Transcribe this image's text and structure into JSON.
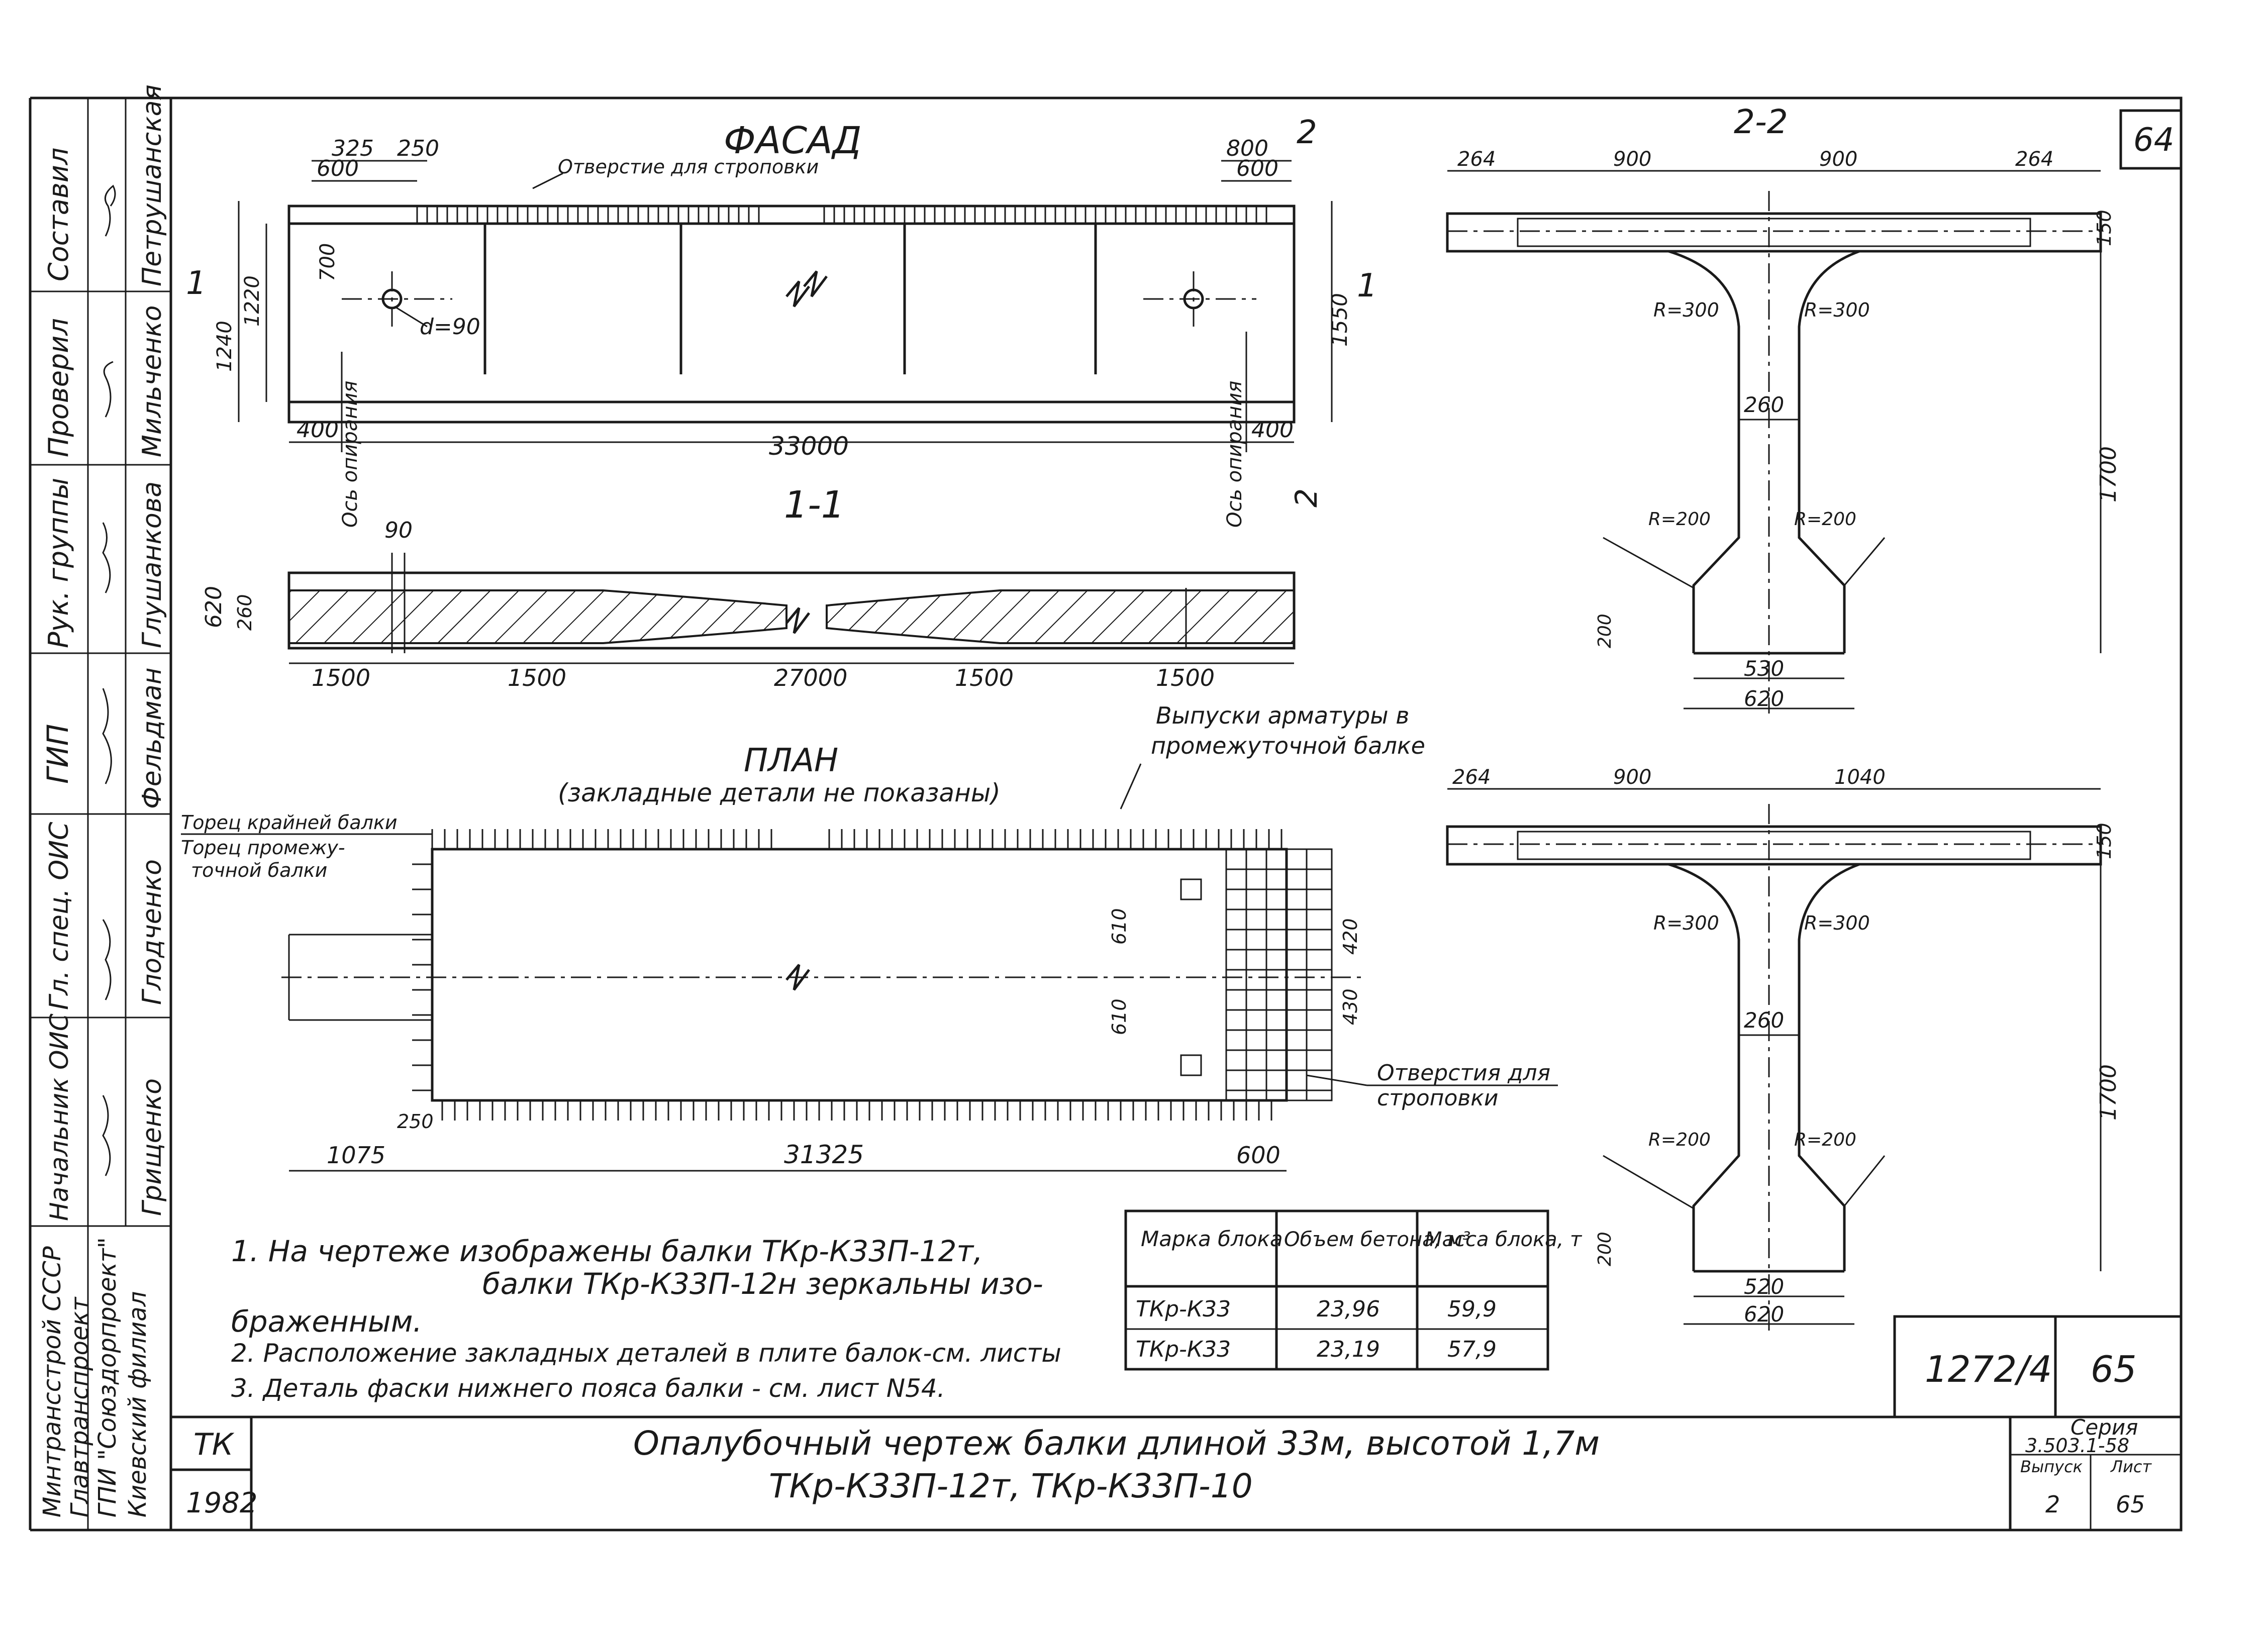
{
  "sheet": {
    "corner_number": "64",
    "title_line1": "Опалубочный чертеж балки длиной 33м, высотой 1,7м",
    "title_line2": "ТКр-К33П-12т, ТКр-К33П-10",
    "tk": "ТК",
    "year": "1982",
    "doc_code": "1272/4",
    "doc_page": "65",
    "series_label": "Серия",
    "series_value": "3.503.1-58",
    "issue_label": "Выпуск",
    "sheet_label": "Лист",
    "issue_value": "2",
    "sheet_value": "65",
    "org1": "Минтрансстрой СССР",
    "org2": "Главтранспроект",
    "org3": "ГПИ \"Союздорпроект\"",
    "org4": "Киевский филиал"
  },
  "signatures": [
    {
      "role": "Составил",
      "name": "Петрушанская"
    },
    {
      "role": "Проверил",
      "name": "Мильченко"
    },
    {
      "role": "Рук. группы",
      "name": "Глушанкова"
    },
    {
      "role": "ГИП",
      "name": "Фельдман"
    },
    {
      "role": "Гл. спец. ОИС",
      "name": "Глодченко"
    },
    {
      "role": "Начальник ОИС",
      "name": "Грищенко"
    }
  ],
  "facade": {
    "title": "ФАСАД",
    "note_holes": "Отверстие для строповки",
    "dim_325": "325",
    "dim_250": "250",
    "dim_600": "600",
    "dim_800": "800",
    "dim_600r": "600",
    "dim_700": "700",
    "dim_1220": "1220",
    "dim_1240": "1240",
    "dim_1550": "1550",
    "hole_d": "d=90",
    "dim_400l": "400",
    "dim_33000": "33000",
    "dim_400r": "400",
    "axis_left": "Ось опирания",
    "axis_right": "Ось опирания",
    "sec1": "1",
    "sec2": "2"
  },
  "section11": {
    "title": "1-1",
    "dim_90": "90",
    "dim_620": "620",
    "dim_260": "260",
    "dims_bottom": [
      "1500",
      "1500",
      "27000",
      "1500",
      "1500"
    ]
  },
  "plan": {
    "title": "ПЛАН",
    "subtitle": "(закладные детали не показаны)",
    "note_rebar1": "Выпуски арматуры в",
    "note_rebar2": "промежуточной балке",
    "note_end1": "Торец крайней балки",
    "note_end2": "Торец промежу-",
    "note_end3": "точной балки",
    "note_holes1": "Отверстия для",
    "note_holes2": "строповки",
    "dim_250": "250",
    "dim_1075": "1075",
    "dim_31325": "31325",
    "dim_600": "600",
    "dim_610a": "610",
    "dim_610b": "610",
    "dim_420": "420",
    "dim_430": "430"
  },
  "section22": {
    "title": "2-2",
    "dims_top": [
      "264",
      "900",
      "900",
      "264"
    ],
    "dim_150": "150",
    "r300l": "R=300",
    "r300r": "R=300",
    "dim_260": "260",
    "dim_1700": "1700",
    "r200l": "R=200",
    "r200r": "R=200",
    "dim_530": "530",
    "dim_620": "620",
    "dim_200": "200"
  },
  "section_lower": {
    "dims_top": [
      "264",
      "900",
      "1040"
    ],
    "dim_150": "150",
    "r300l": "R=300",
    "r300r": "R=300",
    "dim_260": "260",
    "dim_1700": "1700",
    "r200l": "R=200",
    "r200r": "R=200",
    "dim_520": "520",
    "dim_620": "620",
    "dim_200": "200"
  },
  "notes": [
    "1. На чертеже изображены балки ТКр-К33П-12т,",
    "балки ТКр-К33П-12н зеркальны изо-",
    "браженным.",
    "2. Расположение закладных деталей в плите балок-см. листы",
    "3. Деталь фаски нижнего пояса балки - см. лист N54."
  ],
  "table": {
    "headers": [
      "Марка блока",
      "Объем бетона, м³",
      "Масса блока, т"
    ],
    "rows": [
      [
        "ТКр-К33",
        "23,96",
        "59,9"
      ],
      [
        "ТКр-К33",
        "23,19",
        "57,9"
      ]
    ]
  }
}
